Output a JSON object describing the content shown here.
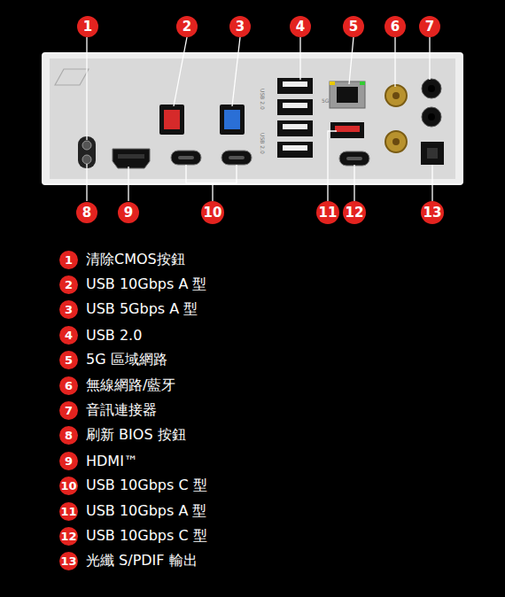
{
  "diagram": {
    "nodes": [
      {
        "text": [
          "1"
        ]
      },
      {
        "text": [
          "2"
        ]
      },
      {
        "text": [
          "3"
        ]
      },
      {
        "text": [
          "4"
        ]
      },
      {
        "text": [
          "5"
        ]
      },
      {
        "text": [
          "6"
        ]
      },
      {
        "text": [
          "7"
        ]
      },
      {
        "text": [
          "8"
        ]
      },
      {
        "text": [
          "9"
        ]
      },
      {
        "text": [
          "10"
        ]
      },
      {
        "text": [
          "11"
        ]
      },
      {
        "text": [
          "12"
        ]
      },
      {
        "text": [
          "13"
        ]
      },
      {
        "text": [
          "1",
          "清除CMOS按鈕"
        ]
      },
      {
        "text": [
          "2",
          "USB 10Gbps A 型"
        ]
      },
      {
        "text": [
          "3",
          "USB 5Gbps A 型"
        ]
      },
      {
        "text": [
          "4",
          "USB 2.0"
        ]
      },
      {
        "text": [
          "5",
          "5G 區域網路"
        ]
      },
      {
        "text": [
          "6",
          "無線網路/藍牙"
        ]
      },
      {
        "text": [
          "7",
          "音訊連接器"
        ]
      },
      {
        "text": [
          "8",
          "刷新 BIOS 按鈕"
        ]
      },
      {
        "text": [
          "9",
          "HDMI™"
        ]
      },
      {
        "text": [
          "10",
          "USB 10Gbps C 型"
        ]
      },
      {
        "text": [
          "11",
          "USB 10Gbps A 型"
        ]
      },
      {
        "text": [
          "12",
          "USB 10Gbps C 型"
        ]
      },
      {
        "text": [
          "13",
          "光纖 S/PDIF 輸出"
        ]
      }
    ],
    "labels": [
      "USB 2.0",
      "USB 2.0",
      "5G"
    ]
  }
}
